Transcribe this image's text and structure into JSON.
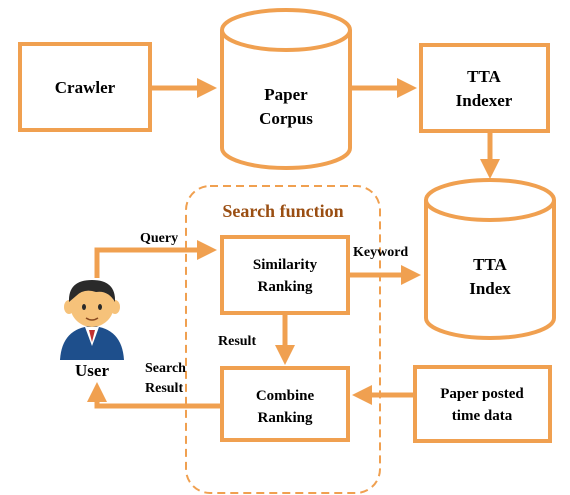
{
  "colors": {
    "accent": "#f0a050",
    "group_title": "#9a4e12",
    "user_shirt": "#1e4f8c",
    "user_hair": "#2a2a2a",
    "user_skin": "#f6c27a"
  },
  "nodes": {
    "crawler": "Crawler",
    "paper_corpus": [
      "Paper",
      "Corpus"
    ],
    "tta_indexer": [
      "TTA",
      "Indexer"
    ],
    "tta_index": [
      "TTA",
      "Index"
    ],
    "similarity_ranking": [
      "Similarity",
      "Ranking"
    ],
    "combine_ranking": [
      "Combine",
      "Ranking"
    ],
    "paper_posted": [
      "Paper posted",
      "time data"
    ],
    "user": "User"
  },
  "group_title": "Search function",
  "edges": {
    "query": "Query",
    "keyword": "Keyword",
    "result": "Result",
    "search_result": [
      "Search",
      "Result"
    ]
  },
  "icons": {
    "user": "user-avatar-icon"
  }
}
